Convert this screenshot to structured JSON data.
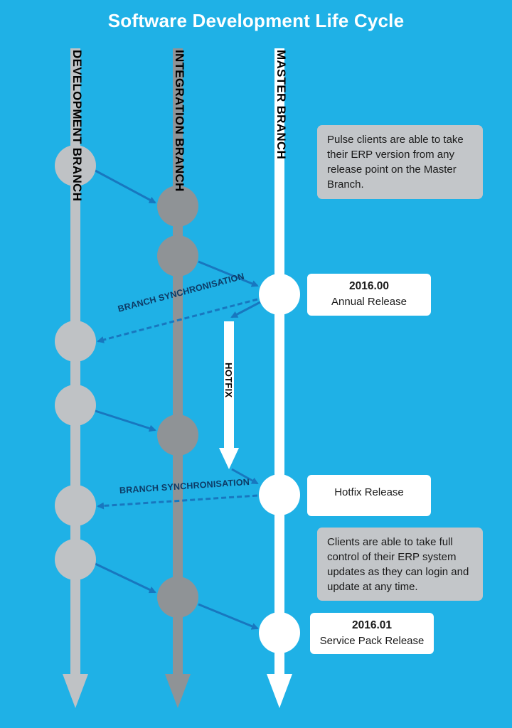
{
  "title": "Software Development Life Cycle",
  "branches": {
    "development": "DEVELOPMENT BRANCH",
    "integration": "INTEGRATION BRANCH",
    "master": "MASTER BRANCH"
  },
  "sync_labels": [
    "BRANCH SYNCHRONISATION",
    "BRANCH SYNCHRONISATION"
  ],
  "hotfix_label": "HOTFIX",
  "notes": {
    "top": "Pulse clients are able to take their ERP version from any release point on the Master Branch.",
    "bottom": "Clients are able to take full control of their ERP system updates as they can login and update at any time."
  },
  "releases": [
    {
      "version": "2016.00",
      "description": "Annual Release"
    },
    {
      "version": "",
      "description": "Hotfix Release"
    },
    {
      "version": "2016.01",
      "description": "Service Pack Release"
    }
  ],
  "colors": {
    "background": "#1fb1e6",
    "development_branch": "#bfc2c5",
    "integration_branch": "#8f9396",
    "master_branch": "#ffffff",
    "connector": "#1877bf"
  }
}
